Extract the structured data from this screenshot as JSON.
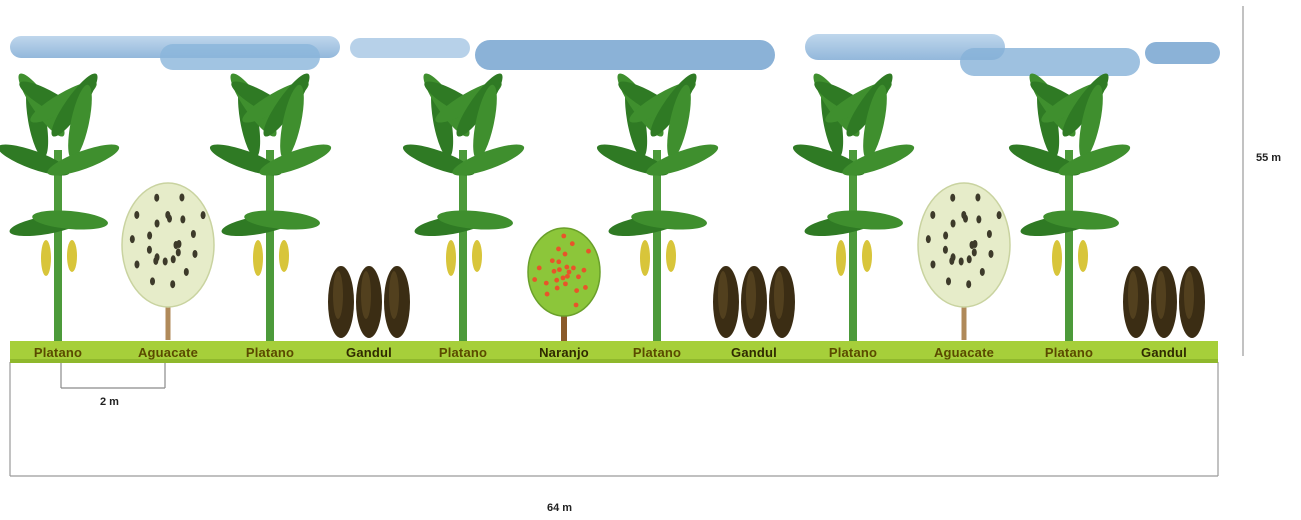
{
  "crops": [
    {
      "type": "banana",
      "label": "Platano"
    },
    {
      "type": "avocado",
      "label": "Aguacate"
    },
    {
      "type": "banana",
      "label": "Platano"
    },
    {
      "type": "pigeon-pea",
      "label": "Gandul"
    },
    {
      "type": "banana",
      "label": "Platano"
    },
    {
      "type": "orange",
      "label": "Naranjo"
    },
    {
      "type": "banana",
      "label": "Platano"
    },
    {
      "type": "pigeon-pea",
      "label": "Gandul"
    },
    {
      "type": "banana",
      "label": "Platano"
    },
    {
      "type": "avocado",
      "label": "Aguacate"
    },
    {
      "type": "banana",
      "label": "Platano"
    },
    {
      "type": "pigeon-pea",
      "label": "Gandul"
    }
  ],
  "dimensions": {
    "spacing": "2 m",
    "width": "64 m",
    "height": "55 m"
  },
  "colors": {
    "sky": "#8fb8dc",
    "ground_strip": "#a6cf3a",
    "banana_leaf": "#3f8f2e",
    "banana_fruit": "#d8c53a",
    "avocado_canopy": "#e6ecc9",
    "orange_canopy": "#8cc63a",
    "orange_fruit": "#e8542a",
    "pigeon_pea": "#3b2d14",
    "outline": "#9a9a9a"
  }
}
